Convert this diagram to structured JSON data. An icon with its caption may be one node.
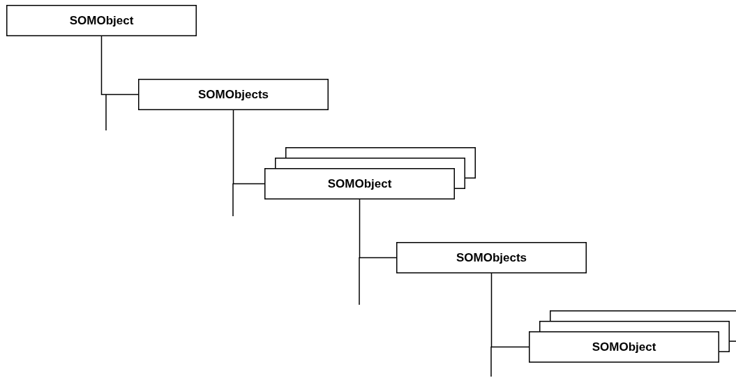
{
  "diagram": {
    "nodes": [
      {
        "text": [
          "SOMObject"
        ]
      },
      {
        "text": [
          "SOMObjects"
        ]
      },
      {
        "text": [
          "SOMObject"
        ]
      },
      {
        "text": [
          "SOMObjects"
        ]
      },
      {
        "text": [
          "SOMObject"
        ]
      }
    ],
    "edges": [
      {
        "from": 0,
        "to": 1,
        "arrow": "none"
      },
      {
        "from": 1,
        "to": 2,
        "arrow": "none"
      },
      {
        "from": 2,
        "to": 3,
        "arrow": "none"
      },
      {
        "from": 3,
        "to": 4,
        "arrow": "none"
      }
    ]
  }
}
